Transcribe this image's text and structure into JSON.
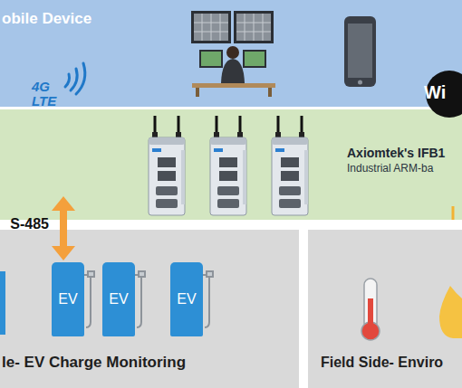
{
  "diagram": {
    "nodes": [
      {
        "text": [
          "obile Device"
        ]
      },
      {
        "text": [
          "Axiomtek's IFB1",
          "Industrial ARM-ba"
        ]
      },
      {
        "text": [
          "le- EV Charge Monitoring"
        ]
      },
      {
        "text": [
          "Field Side- Enviro"
        ]
      },
      {
        "text": [
          "EV"
        ],
        "in": 2
      },
      {
        "text": [
          "EV"
        ],
        "in": 2
      },
      {
        "text": [
          "EV"
        ],
        "in": 2
      }
    ],
    "edges": [
      {
        "from": 1,
        "to": 2,
        "label": "S-485",
        "arrow": "both"
      }
    ],
    "labels": [
      "4G LTE",
      "Wi"
    ]
  }
}
